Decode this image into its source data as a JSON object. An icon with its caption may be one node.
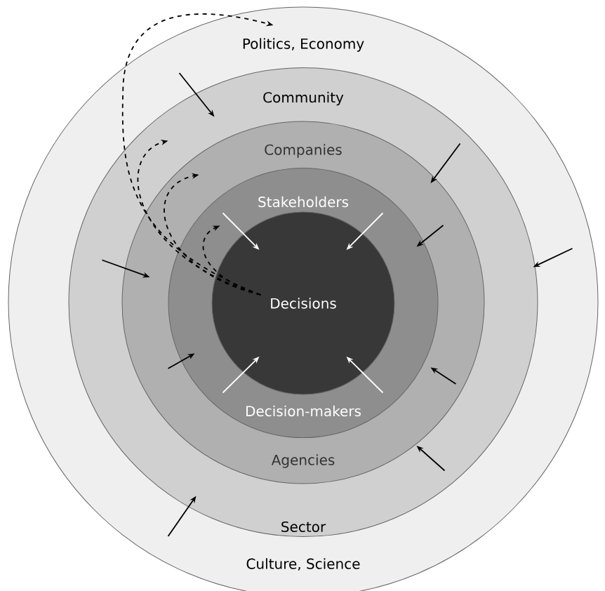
{
  "diagram": {
    "nodes": [
      {
        "text": [
          "Politics, Economy",
          "Culture, Science"
        ]
      },
      {
        "text": [
          "Community",
          "Sector"
        ],
        "in": 0
      },
      {
        "text": [
          "Companies",
          "Agencies"
        ],
        "in": 1
      },
      {
        "text": [
          "Stakeholders",
          "Decision-makers"
        ],
        "in": 2
      },
      {
        "text": [
          "Decisions"
        ],
        "in": 3
      }
    ],
    "edges": [
      {
        "from": 0,
        "to": 1,
        "arrow": "to"
      },
      {
        "from": 0,
        "to": 1,
        "arrow": "to"
      },
      {
        "from": 0,
        "to": 1,
        "arrow": "to"
      },
      {
        "from": 1,
        "to": 2,
        "arrow": "to"
      },
      {
        "from": 1,
        "to": 2,
        "arrow": "to"
      },
      {
        "from": 1,
        "to": 2,
        "arrow": "to"
      },
      {
        "from": 2,
        "to": 3,
        "arrow": "to"
      },
      {
        "from": 2,
        "to": 3,
        "arrow": "to"
      },
      {
        "from": 2,
        "to": 3,
        "arrow": "to"
      },
      {
        "from": 3,
        "to": 4,
        "arrow": "to",
        "color": "#ffffff"
      },
      {
        "from": 3,
        "to": 4,
        "arrow": "to",
        "color": "#ffffff"
      },
      {
        "from": 3,
        "to": 4,
        "arrow": "to",
        "color": "#ffffff"
      },
      {
        "from": 3,
        "to": 4,
        "arrow": "to",
        "color": "#ffffff"
      },
      {
        "from": 4,
        "to": 3,
        "arrow": "to",
        "style": "dashed"
      },
      {
        "from": 4,
        "to": 2,
        "arrow": "to",
        "style": "dashed"
      },
      {
        "from": 4,
        "to": 1,
        "arrow": "to",
        "style": "dashed"
      },
      {
        "from": 4,
        "to": 0,
        "arrow": "to",
        "style": "dashed"
      }
    ]
  }
}
